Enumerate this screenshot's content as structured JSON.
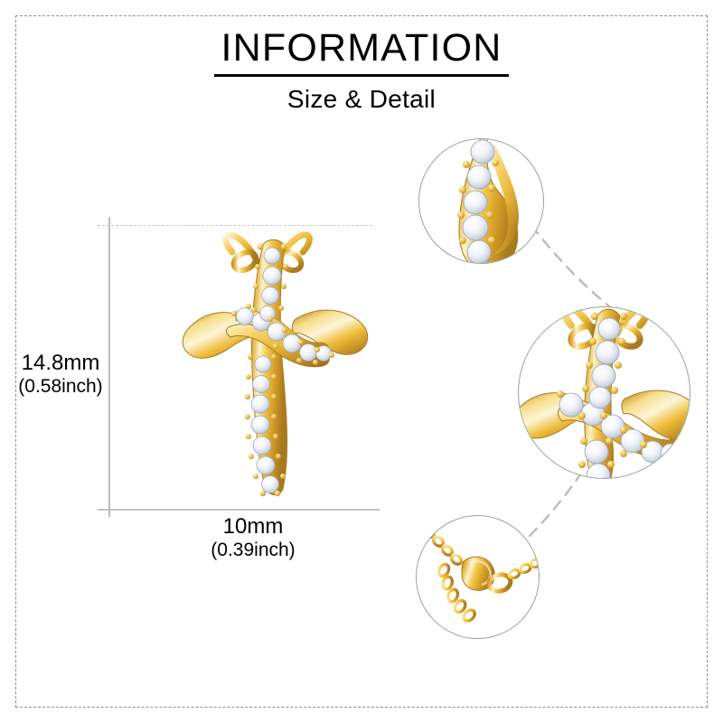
{
  "header": {
    "title": "INFORMATION",
    "subtitle": "Size & Detail"
  },
  "dimensions": {
    "height": {
      "primary": "14.8mm",
      "secondary": "(0.58inch)"
    },
    "width": {
      "primary": "10mm",
      "secondary": "(0.39inch)"
    }
  },
  "product": {
    "type": "cross-pendant-necklace",
    "metal_color": "gold",
    "stone_color": "clear",
    "icons": {
      "main_pendant": "cross-pendant-icon",
      "detail_band": "stone-set-band-icon",
      "detail_center": "cross-center-icon",
      "detail_clasp": "chain-clasp-icon"
    }
  },
  "colors": {
    "gold_highlight": "#fdf3cb",
    "gold_light": "#f7d873",
    "gold_mid": "#efbe37",
    "gold_deep": "#cf9a2a",
    "gold_shadow": "#a87a1e",
    "stone_light": "#ffffff",
    "stone_mid": "#e3e7ee",
    "stone_shadow": "#b9c0cc",
    "frame": "#8e8e92",
    "guide": "#c2c6bf",
    "circle_stroke": "#9aa39a",
    "rule": "#000000",
    "text": "#000000",
    "background": "#ffffff"
  }
}
